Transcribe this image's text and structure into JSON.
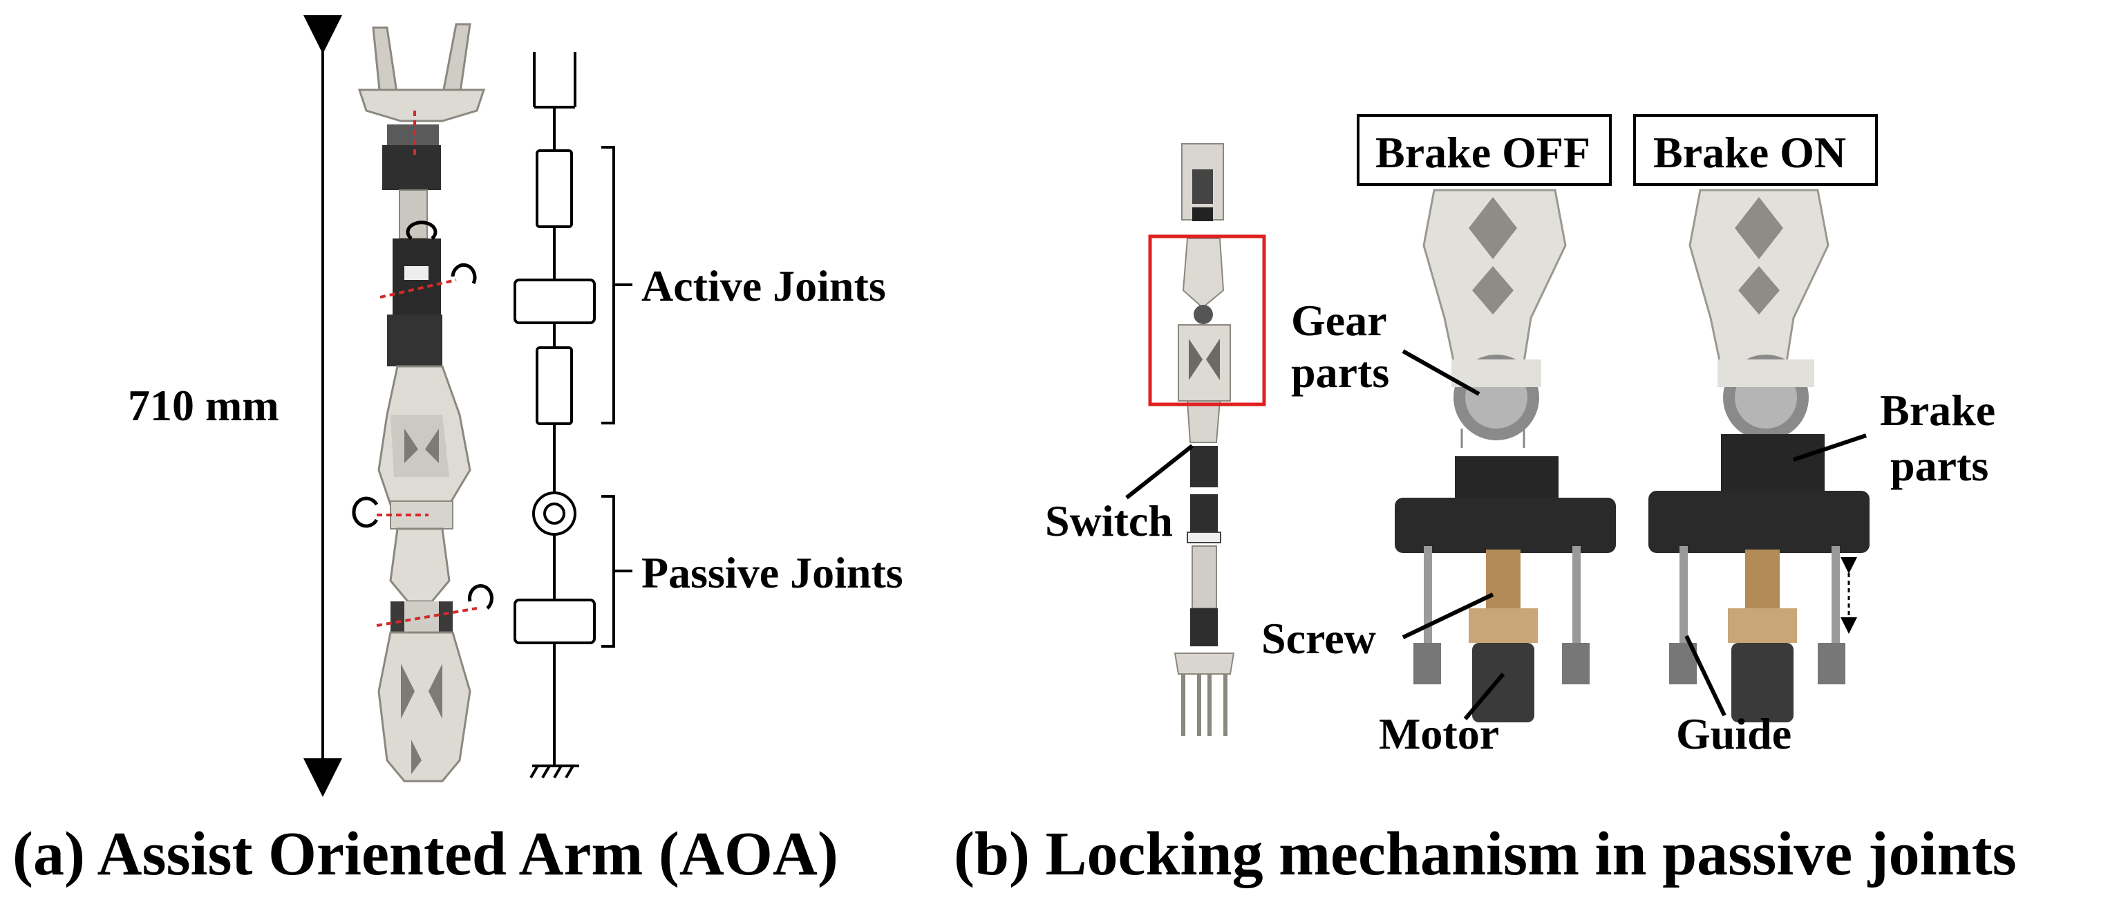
{
  "panel_a": {
    "dimension_label": "710 mm",
    "active_label": "Active Joints",
    "passive_label": "Passive Joints",
    "caption": "(a) Assist Oriented Arm (AOA)"
  },
  "panel_b": {
    "brake_off_label": "Brake OFF",
    "brake_on_label": "Brake ON",
    "gear_label_1": "Gear",
    "gear_label_2": "parts",
    "brake_label_1": "Brake",
    "brake_label_2": "parts",
    "switch_label": "Switch",
    "screw_label": "Screw",
    "motor_label": "Motor",
    "guide_label": "Guide",
    "caption": "(b) Locking mechanism in passive joints"
  },
  "colors": {
    "part_light": "#e2e0da",
    "part_mid": "#c8c6bf",
    "part_dark": "#3b3b3b",
    "brake_black": "#262626",
    "screw_bronze": "#b38b57",
    "highlight_red": "#e02020",
    "axis_red": "#d42a2a"
  }
}
